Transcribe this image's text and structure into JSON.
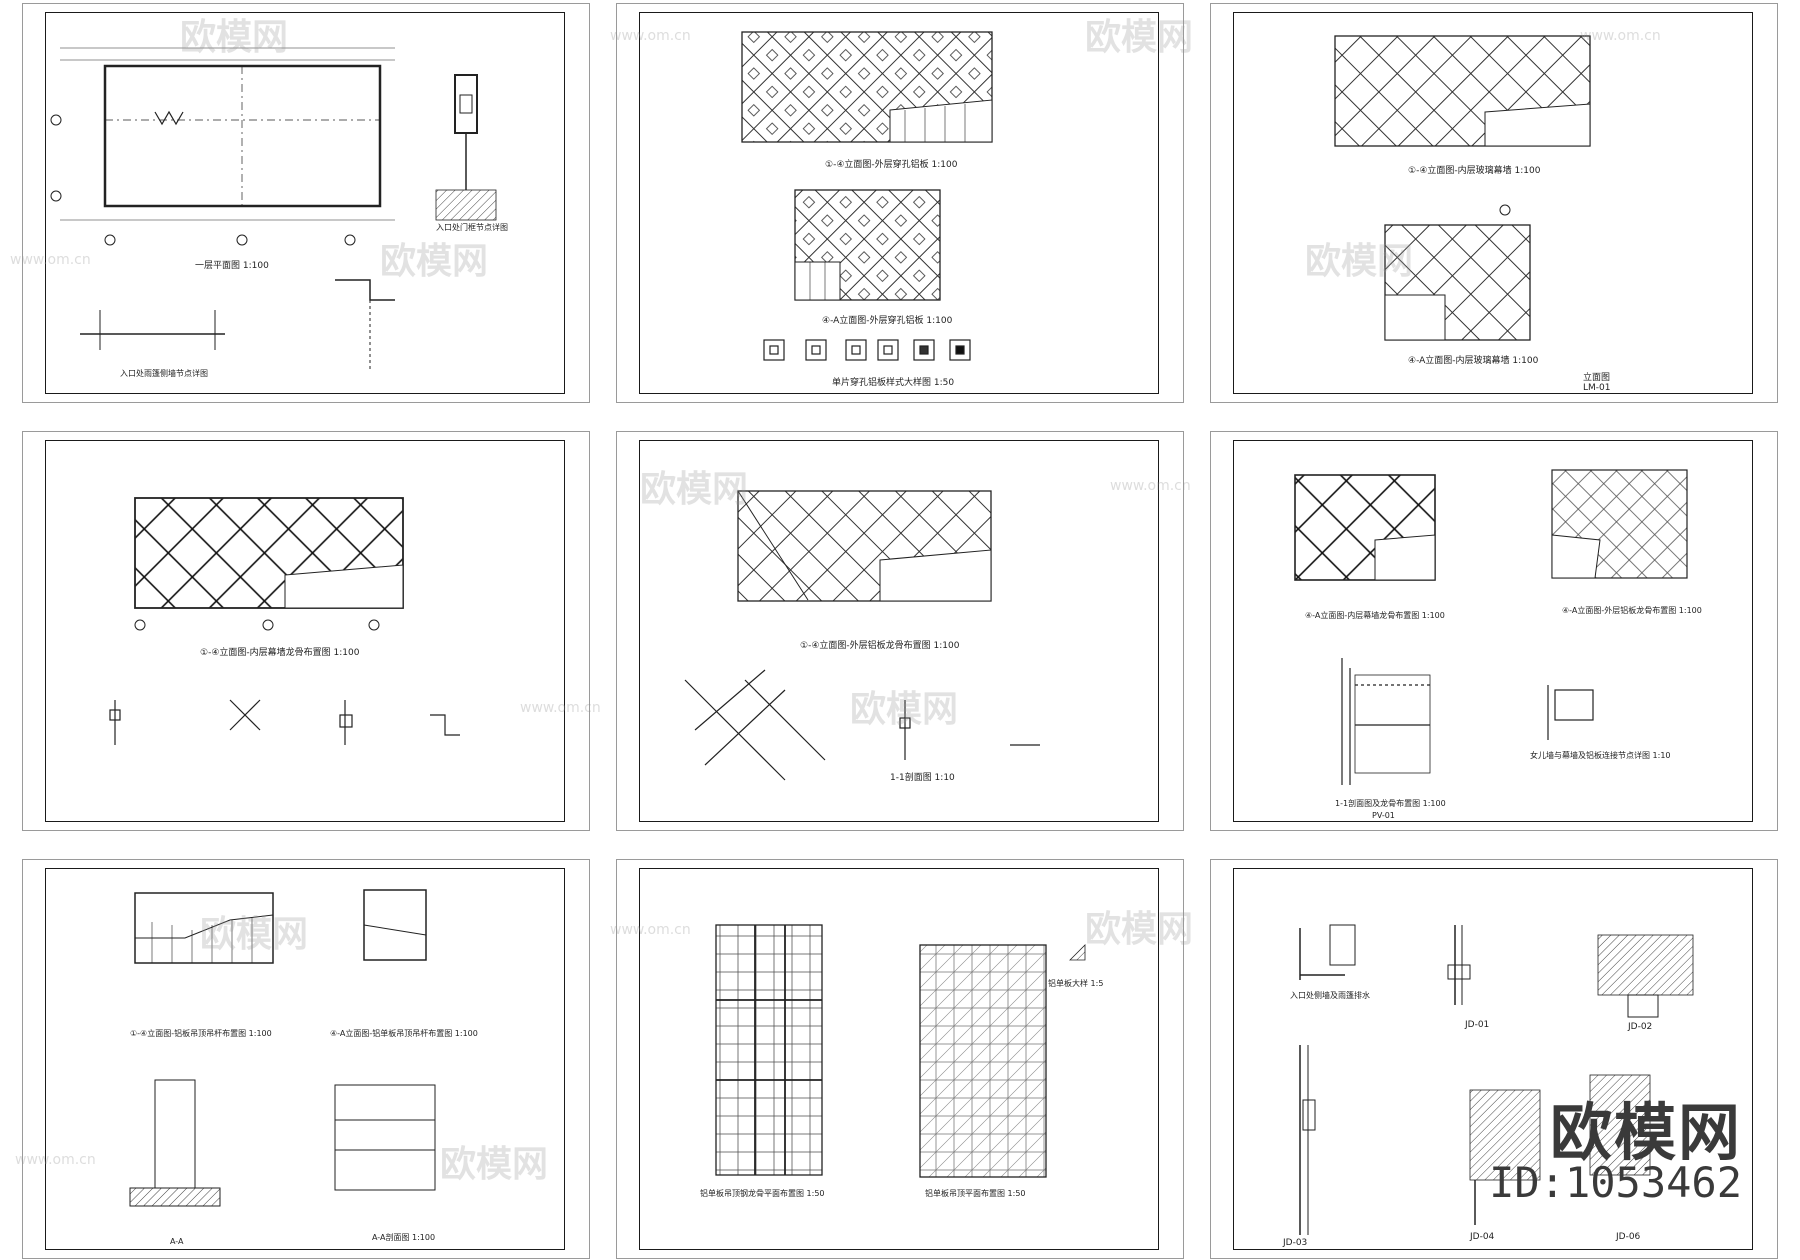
{
  "brand": {
    "name": "欧模网",
    "id_text": "ID:1053462"
  },
  "watermark": {
    "name": "欧模网",
    "url": "www.om.cn"
  },
  "sheets": [
    {
      "titles": [
        "一层平面图 1:100",
        "入口处门框节点详图",
        "入口处雨篷侧墙节点详图"
      ]
    },
    {
      "titles": [
        "①-④立面图-外层穿孔铝板 1:100",
        "④-A立面图-外层穿孔铝板 1:100",
        "单片穿孔铝板样式大样图 1:50"
      ]
    },
    {
      "titles": [
        "①-④立面图-内层玻璃幕墙 1:100",
        "④-A立面图-内层玻璃幕墙 1:100",
        "立面图",
        "LM-01"
      ]
    },
    {
      "titles": [
        "①-④立面图-内层幕墙龙骨布置图 1:100"
      ]
    },
    {
      "titles": [
        "①-④立面图-外层铝板龙骨布置图 1:100",
        "1-1剖面图 1:10"
      ]
    },
    {
      "titles": [
        "④-A立面图-内层幕墙龙骨布置图 1:100",
        "④-A立面图-外层铝板龙骨布置图 1:100",
        "1-1剖面图及龙骨布置图 1:100",
        "PV-01",
        "女儿墙与幕墙及铝板连接节点详图 1:10"
      ]
    },
    {
      "titles": [
        "①-④立面图-铝板吊顶吊杆布置图 1:100",
        "④-A立面图-铝单板吊顶吊杆布置图 1:100",
        "A-A",
        "A-A剖面图 1:100"
      ]
    },
    {
      "titles": [
        "铝单板吊顶钢龙骨平面布置图 1:50",
        "铝单板吊顶平面布置图 1:50",
        "铝单板大样 1:5"
      ]
    },
    {
      "titles": [
        "入口处侧墙及雨篷排水",
        "JD-01",
        "JD-02",
        "JD-03",
        "JD-04",
        "JD-06"
      ]
    }
  ]
}
